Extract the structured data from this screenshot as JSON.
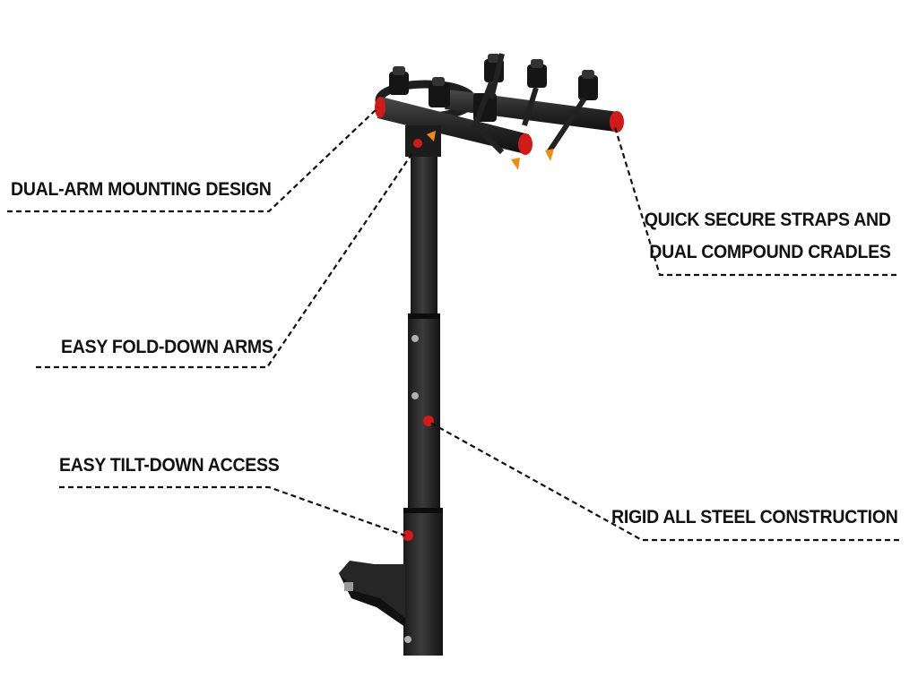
{
  "callouts": {
    "mounting": "DUAL-ARM MOUNTING DESIGN",
    "fold": "EASY FOLD-DOWN ARMS",
    "tilt": "EASY TILT-DOWN ACCESS",
    "straps_line1": "QUICK SECURE STRAPS AND",
    "straps_line2": "DUAL COMPOUND CRADLES",
    "steel": "RIGID ALL STEEL CONSTRUCTION"
  },
  "colors": {
    "background": "#ffffff",
    "steel": "#2a2a2a",
    "reflector": "#d11a1a",
    "accent": "#f08a12",
    "text": "#111111"
  }
}
